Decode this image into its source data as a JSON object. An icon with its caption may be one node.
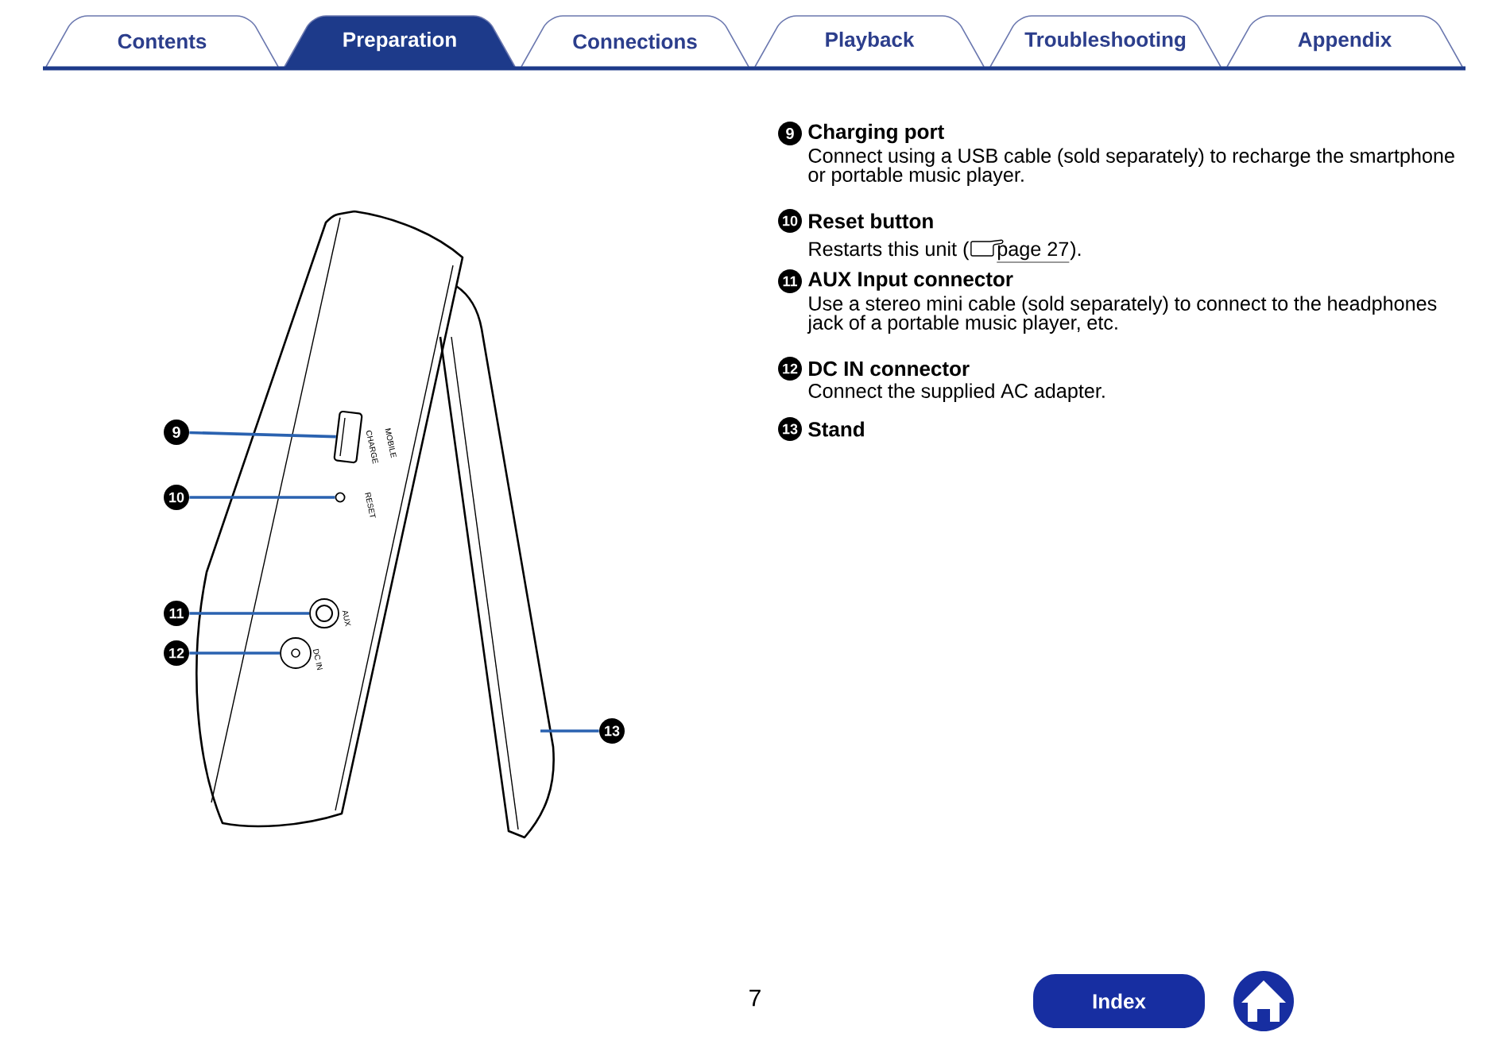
{
  "diagram": {
    "nodes": [
      {
        "text": [
          "Contents"
        ]
      },
      {
        "text": [
          "Preparation"
        ]
      },
      {
        "text": [
          "Connections"
        ]
      },
      {
        "text": [
          "Playback"
        ]
      },
      {
        "text": [
          "Troubleshooting"
        ]
      },
      {
        "text": [
          "Appendix"
        ]
      },
      {
        "text": [
          "Index"
        ]
      },
      {
        "text": [
          "9"
        ]
      },
      {
        "text": [
          "10"
        ]
      },
      {
        "text": [
          "11"
        ]
      },
      {
        "text": [
          "12"
        ]
      },
      {
        "text": [
          "13"
        ]
      },
      {
        "text": [],
        "shape": "box"
      },
      {
        "text": [],
        "shape": "circle"
      },
      {
        "text": [],
        "shape": "circle"
      },
      {
        "text": [],
        "shape": "circle"
      },
      {
        "text": [
          "9"
        ]
      },
      {
        "text": [
          "10"
        ]
      },
      {
        "text": [
          "11"
        ]
      },
      {
        "text": [
          "12"
        ]
      },
      {
        "text": [
          "13"
        ]
      }
    ],
    "edges": [
      {
        "from": 7,
        "to": 12,
        "arrow": "none"
      },
      {
        "from": 8,
        "to": 13,
        "arrow": "none"
      },
      {
        "from": 9,
        "to": 14,
        "arrow": "none"
      },
      {
        "from": 10,
        "to": 15,
        "arrow": "none"
      },
      {
        "from": 11,
        "to": null,
        "arrow": "none"
      }
    ],
    "labels": [
      "MOBILE CHARGE",
      "RESET",
      "AUX",
      "DC IN",
      "Charging port",
      "Connect using a USB cable (sold separately) to recharge the smartphone or portable music player.",
      "Reset button",
      "Restarts this unit (",
      "page 27",
      ").",
      "AUX Input connector",
      "Use a stereo mini cable (sold separately) to connect to the headphones jack of a portable music player, etc.",
      "DC IN connector",
      "Connect the supplied AC adapter.",
      "Stand",
      "7"
    ]
  }
}
